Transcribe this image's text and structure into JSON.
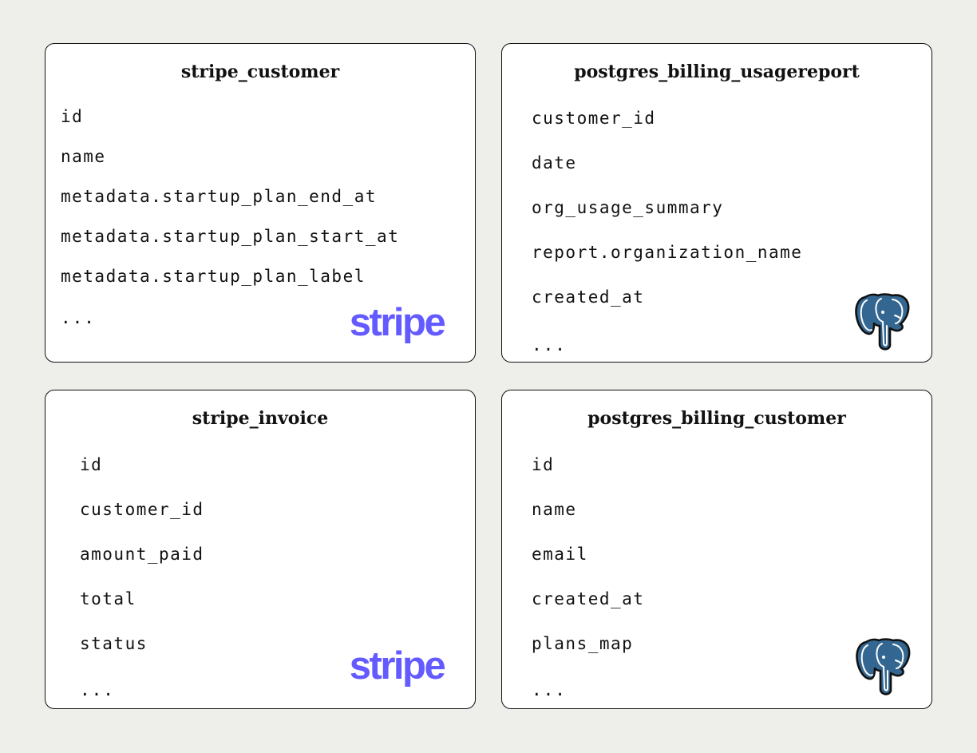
{
  "colors": {
    "background": "#eeeeea",
    "card": "#ffffff",
    "border": "#111111",
    "stripe_brand": "#635bff",
    "postgres_blue": "#336791"
  },
  "tables": [
    {
      "title": "stripe_customer",
      "source": "stripe",
      "logo_text": "stripe",
      "fields": [
        "id",
        "name",
        "metadata.startup_plan_end_at",
        "metadata.startup_plan_start_at",
        "metadata.startup_plan_label"
      ],
      "more": "..."
    },
    {
      "title": "postgres_billing_usagereport",
      "source": "postgres",
      "logo_icon": "postgres-elephant-icon",
      "fields": [
        "customer_id",
        "date",
        "org_usage_summary",
        "report.organization_name",
        "created_at"
      ],
      "more": "..."
    },
    {
      "title": "stripe_invoice",
      "source": "stripe",
      "logo_text": "stripe",
      "fields": [
        "id",
        "customer_id",
        "amount_paid",
        "total",
        "status"
      ],
      "more": "..."
    },
    {
      "title": "postgres_billing_customer",
      "source": "postgres",
      "logo_icon": "postgres-elephant-icon",
      "fields": [
        "id",
        "name",
        "email",
        "created_at",
        "plans_map"
      ],
      "more": "..."
    }
  ]
}
